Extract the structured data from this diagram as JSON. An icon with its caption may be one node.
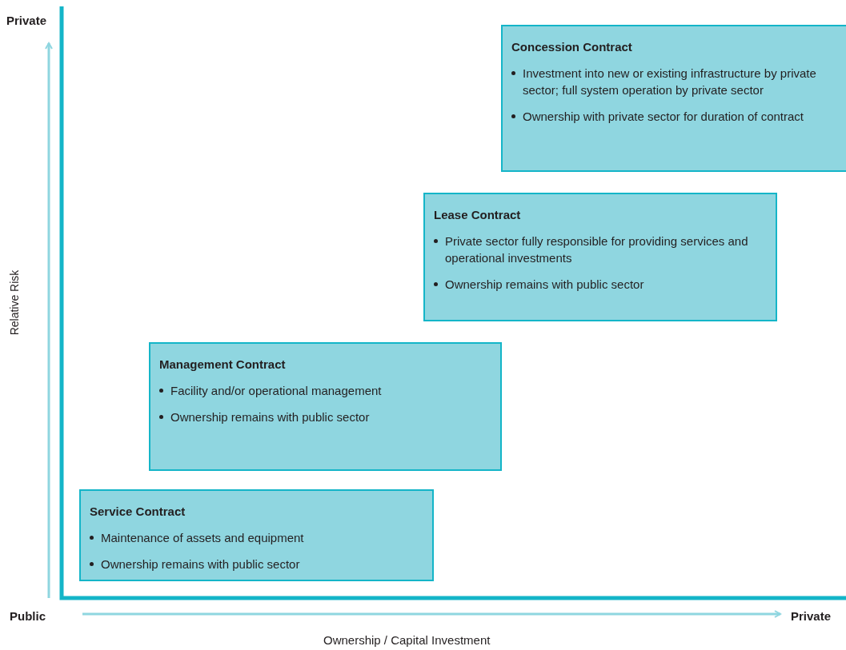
{
  "diagram": {
    "nodes": [
      {
        "text": [
          "Concession Contract",
          "Investment into new or existing infrastructure by private sector; full system operation by private sector",
          "Ownership with private sector for duration of contract"
        ]
      },
      {
        "text": [
          "Lease Contract",
          "Private sector fully responsible for providing services and operational investments",
          "Ownership remains with public sector"
        ]
      },
      {
        "text": [
          "Management Contract",
          "Facility and/or operational management",
          "Ownership remains with public sector"
        ]
      },
      {
        "text": [
          "Service Contract",
          "Maintenance of assets and equipment",
          "Ownership remains with public sector"
        ]
      }
    ],
    "edges": [],
    "labels": [
      "Private",
      "Relative Risk",
      "Public",
      "Private",
      "Ownership / Capital Investment"
    ]
  }
}
